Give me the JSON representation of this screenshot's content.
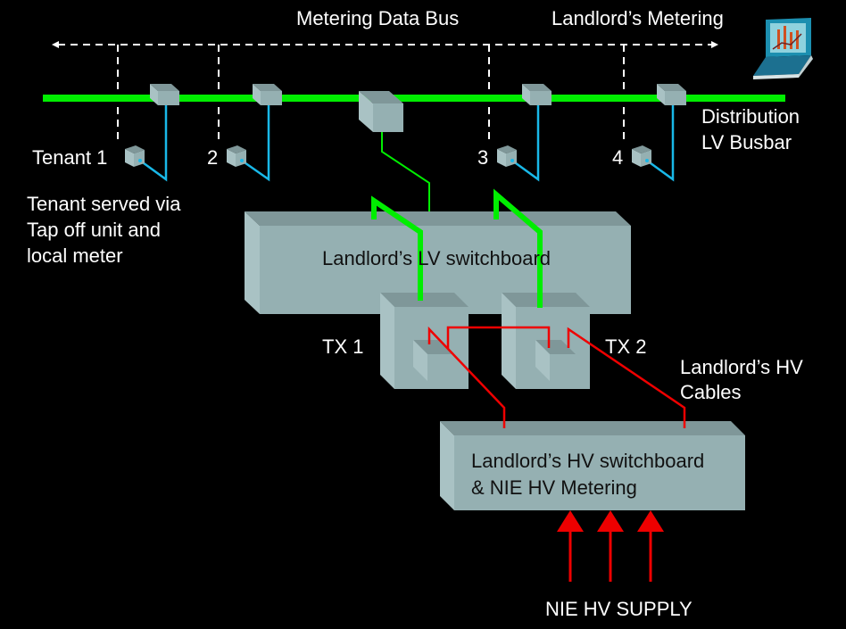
{
  "title_labels": {
    "data_bus": "Metering Data Bus",
    "landlord_metering": "Landlord’s Metering"
  },
  "busbar": {
    "label_line1": "Distribution",
    "label_line2": "LV Busbar"
  },
  "tenants": [
    {
      "label": "Tenant 1"
    },
    {
      "label": "2"
    },
    {
      "label": "3"
    },
    {
      "label": "4"
    }
  ],
  "tenant_note": {
    "line1": "Tenant served via",
    "line2": "Tap off unit and",
    "line3": "local meter"
  },
  "lv_switchboard": {
    "label": "Landlord’s LV switchboard"
  },
  "transformers": [
    {
      "label": "TX 1"
    },
    {
      "label": "TX 2"
    }
  ],
  "hv_cables": {
    "line1": "Landlord’s HV",
    "line2": "Cables"
  },
  "hv_switchboard": {
    "line1": "Landlord’s HV switchboard",
    "line2": "& NIE HV Metering"
  },
  "supply": {
    "label": "NIE HV SUPPLY"
  },
  "icons": {
    "laptop": "laptop-chart-icon"
  },
  "colors": {
    "busbar": "#00ee00",
    "tenant_cable": "#19b8e8",
    "hv_cable": "#ee0000",
    "equipment": "#95b0b2",
    "data_bus": "#ffffff",
    "background": "#000000"
  }
}
